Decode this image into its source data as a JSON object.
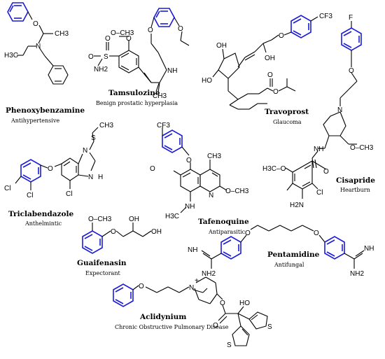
{
  "compounds": [
    {
      "name": "Phenoxybenzamine",
      "use": "Antihypertensive"
    },
    {
      "name": "Tamsulozine",
      "use": "Benign prostatic hyperplasia"
    },
    {
      "name": "Travoprost",
      "use": "Glaucoma"
    },
    {
      "name": "Cisapride",
      "use": "Heartburn"
    },
    {
      "name": "Triclabendazole",
      "use": "Anthelmintic"
    },
    {
      "name": "Tafenoquine",
      "use": "Antiparasitic"
    },
    {
      "name": "Guaifenasin",
      "use": "Expectorant"
    },
    {
      "name": "Pentamidine",
      "use": "Antifungal"
    },
    {
      "name": "Aclidynium",
      "use": "Chronic Obstructive Pulmonary Disease"
    }
  ],
  "atoms": {
    "O": "O",
    "N": "N",
    "H": "H",
    "NH": "NH",
    "HO": "HO",
    "OH": "OH",
    "CH3": "CH3",
    "H3C": "H3C",
    "CF3": "CF3",
    "F": "F",
    "Cl": "Cl",
    "S": "S",
    "NH2": "NH2",
    "H2N": "H2N",
    "O_CH3": "O–CH3",
    "H3C_O": "H3C–O",
    "O_methyl_rev": "O",
    "plus": "+"
  },
  "colors": {
    "highlight": "#1a1adb",
    "bond": "#000000"
  }
}
